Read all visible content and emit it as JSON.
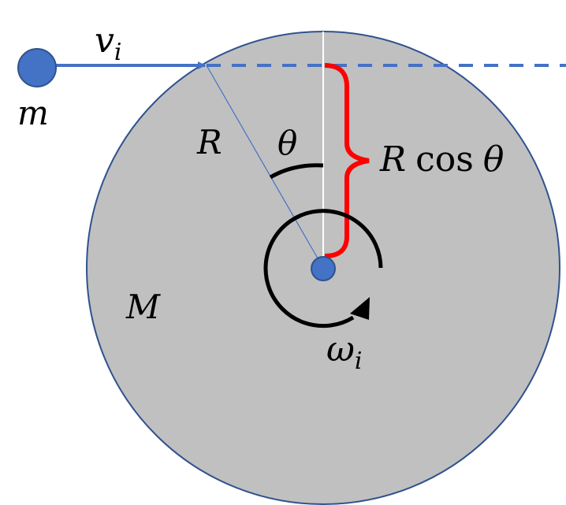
{
  "labels": {
    "velocity_symbol": "v",
    "velocity_subscript": "i",
    "small_mass": "m",
    "radius": "R",
    "angle": "θ",
    "large_mass": "M",
    "lever_arm_R": "R",
    "lever_arm_cos": "cos",
    "lever_arm_theta": "θ",
    "angular_velocity_symbol": "ω",
    "angular_velocity_subscript": "i"
  },
  "colors": {
    "disk_fill": "#c0c0c0",
    "disk_stroke": "#2f528f",
    "particle": "#4472c4",
    "particle_stroke": "#2f528f",
    "trajectory": "#4472c4",
    "radius_line": "#4472c4",
    "brace": "#ff0000",
    "angle_arc": "#000000",
    "rotation_arrow": "#000000",
    "reference_line": "#ffffff"
  },
  "icons": {
    "small_mass": "circle",
    "axle": "circle",
    "rotation": "curved-arrow"
  }
}
